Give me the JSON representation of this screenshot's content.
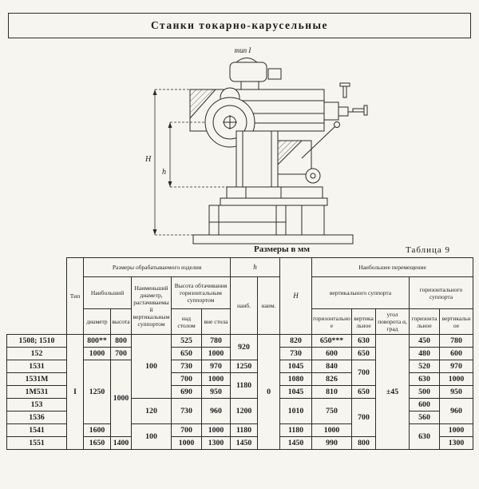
{
  "page": {
    "title": "Станки токарно-карусельные",
    "units_label": "Размеры в мм",
    "table_label": "Таблица 9"
  },
  "drawing": {
    "type_label": "тип I",
    "dim_H_label": "H",
    "dim_h_label": "h"
  },
  "table": {
    "header_rows": [
      [
        {
          "v": "",
          "rs": 3,
          "stub": true
        },
        {
          "v": "Тип",
          "rs": 3
        },
        {
          "v": "Размеры обрабатываемого изделия",
          "cs": 5
        },
        {
          "v": "h",
          "cs": 2,
          "italic": true
        },
        {
          "v": "H",
          "rs": 3,
          "italic": true
        },
        {
          "v": "Наибольшее перемещение",
          "cs": 5
        }
      ],
      [
        {
          "v": "Наибольший",
          "cs": 2
        },
        {
          "v": "Наименьший диаметр, растачиваемый вертикальным суппортом",
          "rs": 2
        },
        {
          "v": "Высота обтачивания горизонтальным суппортом",
          "cs": 2
        },
        {
          "v": "наиб.",
          "rs": 2
        },
        {
          "v": "наим.",
          "rs": 2
        },
        {
          "v": "вертикального суппорта",
          "cs": 3
        },
        {
          "v": "горизонтального суппорта",
          "cs": 2
        }
      ],
      [
        {
          "v": "диаметр"
        },
        {
          "v": "высота"
        },
        {
          "v": "над столом"
        },
        {
          "v": "вне стола"
        },
        {
          "v": "горизонтальное"
        },
        {
          "v": "вертикальное"
        },
        {
          "v": "угол поворота α, град"
        },
        {
          "v": "горизонтальное"
        },
        {
          "v": "вертикальное"
        }
      ]
    ],
    "rows": [
      [
        {
          "v": "1508; 1510"
        },
        {
          "v": "I",
          "rs": 9
        },
        {
          "v": "800**"
        },
        {
          "v": "800"
        },
        {
          "v": "100",
          "rs": 5
        },
        {
          "v": "525"
        },
        {
          "v": "780"
        },
        {
          "v": "920",
          "rs": 2
        },
        {
          "v": "0",
          "rs": 9
        },
        {
          "v": "820"
        },
        {
          "v": "650***"
        },
        {
          "v": "630"
        },
        {
          "v": "±45",
          "rs": 9
        },
        {
          "v": "450"
        },
        {
          "v": "780"
        }
      ],
      [
        {
          "v": "152"
        },
        {
          "v": "1000"
        },
        {
          "v": "700"
        },
        {
          "v": "650"
        },
        {
          "v": "1000"
        },
        {
          "v": "730"
        },
        {
          "v": "600"
        },
        {
          "v": "650"
        },
        {
          "v": "480"
        },
        {
          "v": "600"
        }
      ],
      [
        {
          "v": "1531"
        },
        {
          "v": "1250",
          "rs": 5
        },
        {
          "v": "1000",
          "rs": 6
        },
        {
          "v": "730"
        },
        {
          "v": "970"
        },
        {
          "v": "1250"
        },
        {
          "v": "1045"
        },
        {
          "v": "840"
        },
        {
          "v": "700",
          "rs": 2
        },
        {
          "v": "520"
        },
        {
          "v": "970"
        }
      ],
      [
        {
          "v": "1531М"
        },
        {
          "v": "700"
        },
        {
          "v": "1000"
        },
        {
          "v": "1180",
          "rs": 2
        },
        {
          "v": "1080"
        },
        {
          "v": "826"
        },
        {
          "v": "630"
        },
        {
          "v": "1000"
        }
      ],
      [
        {
          "v": "1М531"
        },
        {
          "v": "690"
        },
        {
          "v": "950"
        },
        {
          "v": "1045"
        },
        {
          "v": "810"
        },
        {
          "v": "650"
        },
        {
          "v": "500"
        },
        {
          "v": "950"
        }
      ],
      [
        {
          "v": "153"
        },
        {
          "v": "120",
          "rs": 2
        },
        {
          "v": "730",
          "rs": 2
        },
        {
          "v": "960",
          "rs": 2
        },
        {
          "v": "1200",
          "rs": 2
        },
        {
          "v": "1010",
          "rs": 2
        },
        {
          "v": "750",
          "rs": 2
        },
        {
          "v": "700",
          "rs": 3
        },
        {
          "v": "600"
        },
        {
          "v": "960",
          "rs": 2
        }
      ],
      [
        {
          "v": "1536"
        },
        {
          "v": "560"
        }
      ],
      [
        {
          "v": "1541"
        },
        {
          "v": "1600"
        },
        {
          "v": "100",
          "rs": 2
        },
        {
          "v": "700"
        },
        {
          "v": "1000"
        },
        {
          "v": "1180"
        },
        {
          "v": "1180"
        },
        {
          "v": "1000"
        },
        {
          "v": "630",
          "rs": 2
        },
        {
          "v": "1000"
        }
      ],
      [
        {
          "v": "1551"
        },
        {
          "v": "1650"
        },
        {
          "v": "1400"
        },
        {
          "v": "1000"
        },
        {
          "v": "1300"
        },
        {
          "v": "1450"
        },
        {
          "v": "1450"
        },
        {
          "v": "990"
        },
        {
          "v": "800"
        },
        {
          "v": "1300"
        }
      ]
    ]
  },
  "colors": {
    "paper": "#f6f5f0",
    "ink": "#2a2a2a"
  }
}
